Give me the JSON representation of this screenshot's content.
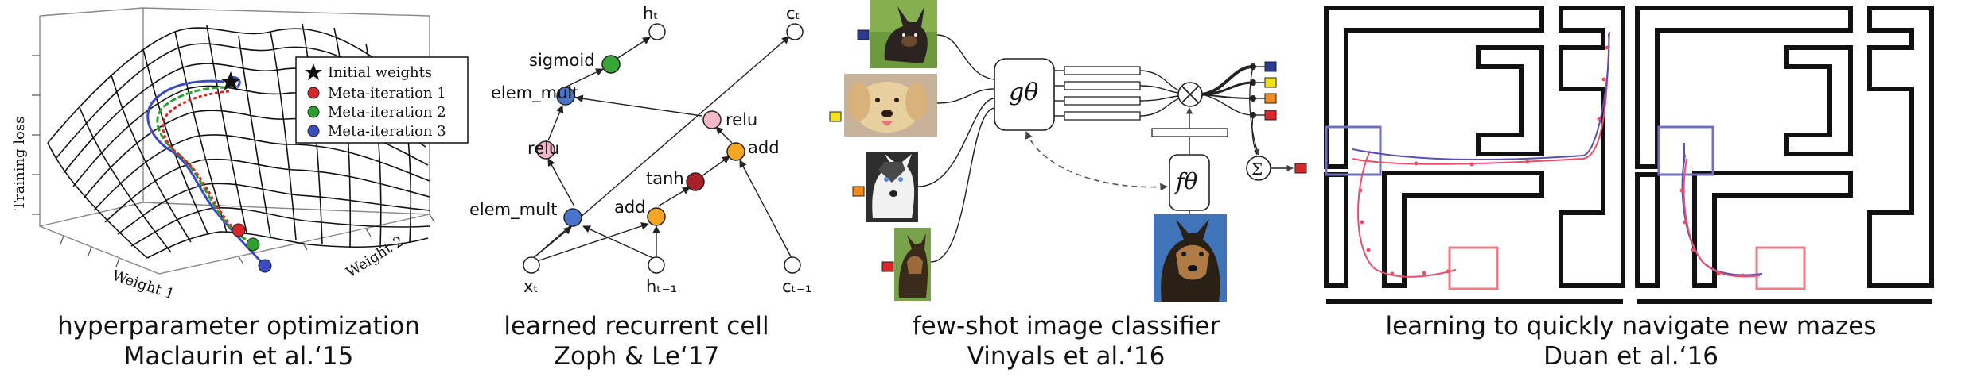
{
  "captions": [
    {
      "line1": "hyperparameter optimization",
      "line2": "Maclaurin et al.‘15"
    },
    {
      "line1": "learned recurrent cell",
      "line2": "Zoph & Le‘17"
    },
    {
      "line1": "few-shot image classifier",
      "line2": "Vinyals et al.‘16"
    },
    {
      "line1": "learning to quickly navigate new mazes",
      "line2": "Duan et al.‘16"
    }
  ],
  "hyperopt": {
    "zlabel": "Training loss",
    "xlabel": "Weight 1",
    "ylabel": "Weight 2",
    "legend": [
      "Initial weights",
      "Meta-iteration 1",
      "Meta-iteration 2",
      "Meta-iteration 3"
    ],
    "colors": {
      "red": "#d62728",
      "green": "#2ca02c",
      "blue": "#3b4cc0"
    }
  },
  "rnn_cell": {
    "nodes": {
      "ht": "hₜ",
      "ct": "cₜ",
      "sigmoid": "sigmoid",
      "elem_mult_top": "elem_mult",
      "relu_left": "relu",
      "relu_right": "relu",
      "add_right": "add",
      "tanh": "tanh",
      "elem_mult_bottom": "elem_mult",
      "add_bottom": "add",
      "xt": "xₜ",
      "ht1": "hₜ₋₁",
      "ct1": "cₜ₋₁"
    },
    "colors": {
      "green": "#3aa63a",
      "blue": "#4a74c9",
      "pink": "#f4b8c8",
      "orange": "#f5a623",
      "darkred": "#a8202a"
    }
  },
  "fewshot": {
    "g_label": "gθ",
    "f_label": "fθ",
    "label_colors": [
      "#2b3a8c",
      "#f2e01e",
      "#f08c1e",
      "#d8262b"
    ],
    "output_colors": [
      "#2b3a8c",
      "#f2e01e",
      "#f08c1e",
      "#d8262b"
    ],
    "result_color": "#d8262b"
  },
  "mazes": {
    "start_color": "#6f6fc0",
    "goal_color": "#f07a86",
    "path_red": "#e8506a",
    "path_blue": "#5a4fb5"
  }
}
